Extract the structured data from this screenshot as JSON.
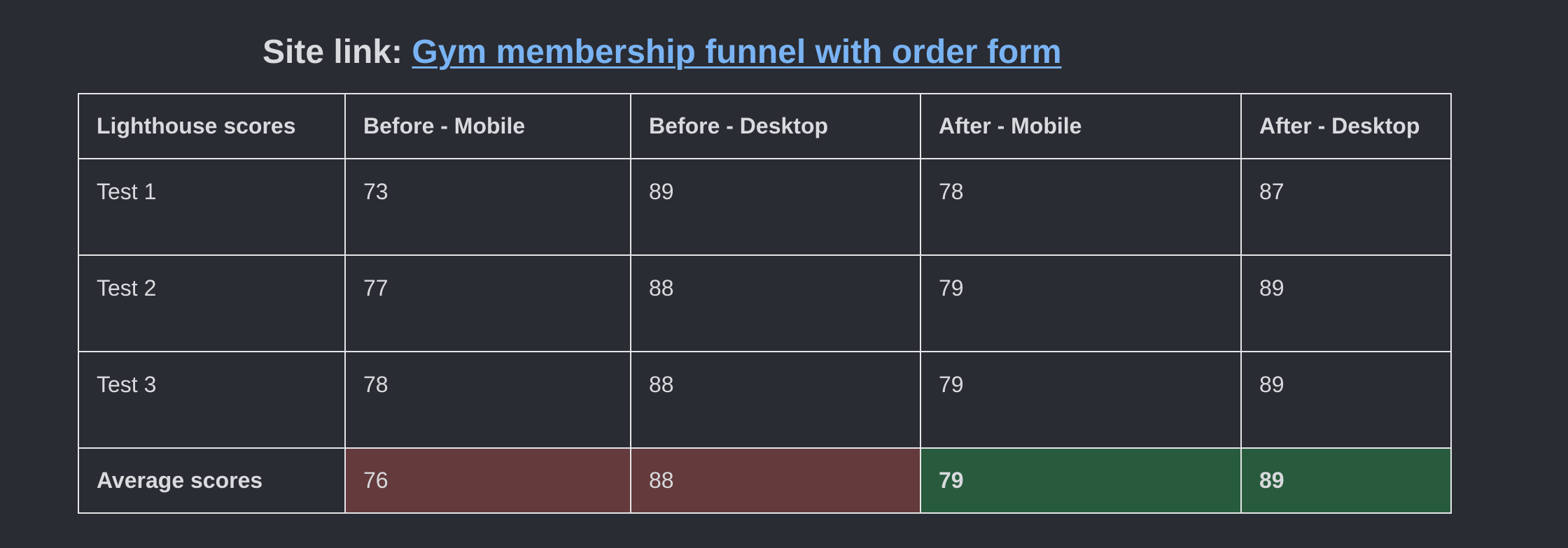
{
  "header": {
    "prefix": "Site link:",
    "link_text": "Gym membership funnel with order form"
  },
  "table": {
    "columns": [
      "Lighthouse scores",
      "Before - Mobile",
      "Before - Desktop",
      "After - Mobile",
      "After - Desktop"
    ],
    "rows": [
      [
        "Test 1",
        "73",
        "89",
        "78",
        "87"
      ],
      [
        "Test 2",
        "77",
        "88",
        "79",
        "89"
      ],
      [
        "Test 3",
        "78",
        "88",
        "79",
        "89"
      ]
    ],
    "average": [
      "Average scores",
      "76",
      "88",
      "79",
      "89"
    ]
  },
  "colors": {
    "background": "#2a2c33",
    "link": "#79b3f3",
    "before_average": "#643a3d",
    "after_average": "#285b3d"
  }
}
